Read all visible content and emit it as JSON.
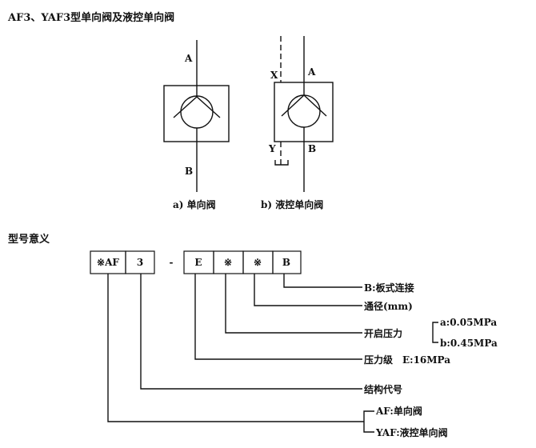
{
  "title": "AF3、YAF3型单向阀及液控单向阀",
  "diagram_a": {
    "port_top": "A",
    "port_bottom": "B",
    "caption": "a) 单向阀"
  },
  "diagram_b": {
    "port_x": "X",
    "port_a": "A",
    "port_y": "Y",
    "port_b": "B",
    "caption": "b) 液控单向阀"
  },
  "model_heading": "型号意义",
  "model_code": {
    "box1": "※AF",
    "box2": "3",
    "dash": "-",
    "box3": "E",
    "box4": "※",
    "box5": "※",
    "box6": "B"
  },
  "legend": {
    "connection": "B:板式连接",
    "diameter": "通径(mm)",
    "cracking_pressure": "开启压力",
    "cracking_a": "a:0.05MPa",
    "cracking_b": "b:0.45MPa",
    "pressure_class": "压力级　E:16MPa",
    "structure_code": "结构代号",
    "type_af": "AF:单向阀",
    "type_yaf": "YAF:液控单向阀"
  }
}
